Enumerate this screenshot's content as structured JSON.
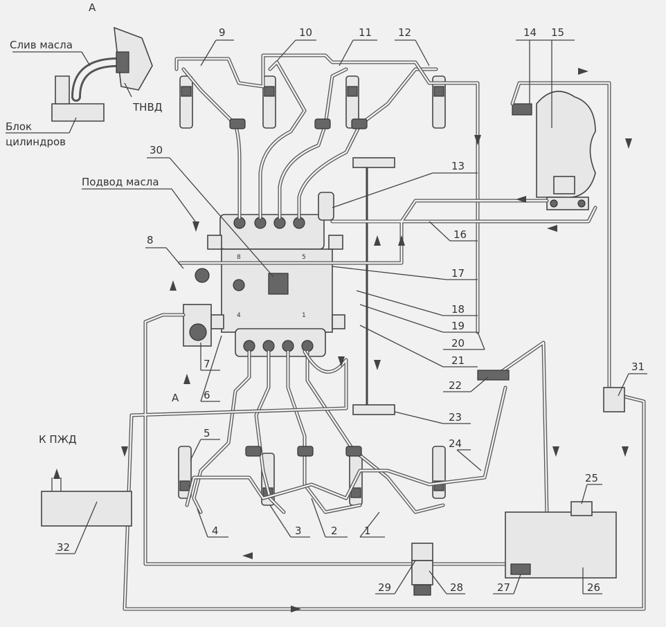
{
  "view_label": "A",
  "texts": {
    "oil_drain": "Слив масла",
    "tnvd": "ТНВД",
    "block_line1": "Блок",
    "block_line2": "цилиндров",
    "oil_supply": "Подвод масла",
    "to_pzhd": "К ПЖД",
    "view_arrow_label": "А"
  },
  "callouts": [
    "1",
    "2",
    "3",
    "4",
    "5",
    "6",
    "7",
    "8",
    "9",
    "10",
    "11",
    "12",
    "13",
    "14",
    "15",
    "16",
    "17",
    "18",
    "19",
    "20",
    "21",
    "22",
    "23",
    "24",
    "25",
    "26",
    "27",
    "28",
    "29",
    "30",
    "31",
    "32"
  ],
  "pump_marks": [
    "8",
    "5",
    "4",
    "1"
  ]
}
